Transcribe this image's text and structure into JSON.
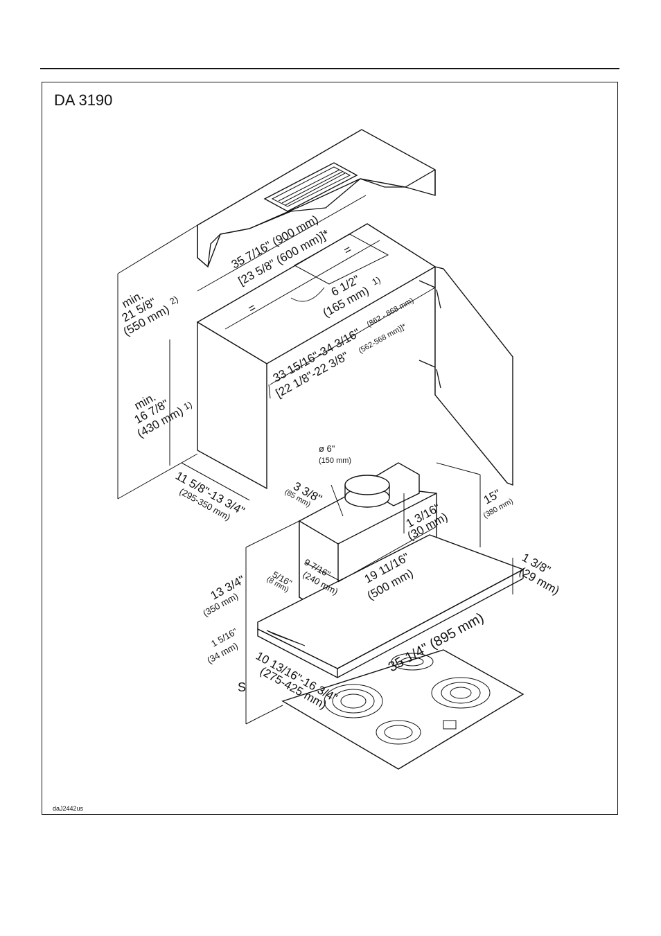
{
  "model": "DA 3190",
  "figure_code": "daJ2442us",
  "labels": {
    "width_900": "35 7/16\" (900 mm)",
    "width_600": "[23 5/8\" (600 mm)]*",
    "equal_top": "=",
    "equal_left": "=",
    "duct_165_in": "6 1/2\"",
    "duct_165_mm": "(165 mm)",
    "duct_165_note": "1)",
    "min_550_a": "min.",
    "min_550_b": "21 5/8\"",
    "min_550_c": "(550 mm)",
    "min_550_note": "2)",
    "min_430_a": "min.",
    "min_430_b": "16 7/8\"",
    "min_430_c": "(430 mm)",
    "min_430_note": "1)",
    "cab_width_a": "33 15/16\"-34 3/16\"",
    "cab_width_a_mm": "(862 - 868 mm)",
    "cab_width_b": "[22 1/8\"-22 3/8\"",
    "cab_width_b_mm": "(562-568 mm)]*",
    "depth_in": "11 5/8\"-13 3/4\"",
    "depth_mm": "(295-350 mm)",
    "dia_in": "ø 6\"",
    "dia_mm": "(150 mm)",
    "offset_in": "3 3/8\"",
    "offset_mm": "(85 mm)",
    "h15_in": "15\"",
    "h15_mm": "(380 mm)",
    "h30_in": "1 3/16\"",
    "h30_mm": "(30 mm)",
    "h350_in": "13 3/4\"",
    "h350_mm": "(350 mm)",
    "d8_in": "5/16\"",
    "d8_mm": "(8 mm)",
    "d240_in": "9 7/16\"",
    "d240_mm": "(240 mm)",
    "w500_in": "19 11/16\"",
    "w500_mm": "(500 mm)",
    "h29_in": "1 3/8\"",
    "h29_mm": "(29 mm)",
    "h34_in": "1 5/16\"",
    "h34_mm": "(34 mm)",
    "w895": "35 1/4\" (895 mm)",
    "d275_in": "10 13/16\"-16 3/4\"",
    "d275_mm": "(275-425 mm)",
    "s": "S"
  }
}
